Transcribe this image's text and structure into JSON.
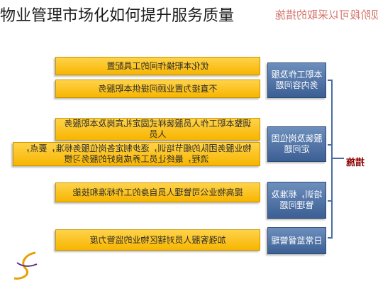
{
  "title": "物业管理市场化如何提升服务质量",
  "background_title": "现阶段可以采取的措施",
  "root": "措施",
  "groups": [
    {
      "label": "本职工作及服务内容问题",
      "items": [
        "优化本职操作间的工具配置",
        "不直接为置业顾问提供本职服务"
      ]
    },
    {
      "label": "服装及岗位固定问题",
      "items": [
        "调整本职工作人员服装样式固定礼宾岗及本职服务人员",
        "物业服务团队的细节培训，逐步制定各岗位服务标准，要点，流程，最终让员工养成良好的服务习惯"
      ]
    },
    {
      "label": "培训，标准及管理问题",
      "items": [
        "提高物业公司管理人员自身的工作标准和技能"
      ]
    },
    {
      "label": "日常监督管理",
      "items": [
        "加强客服人员对辖区物业的监管力度"
      ]
    }
  ]
}
